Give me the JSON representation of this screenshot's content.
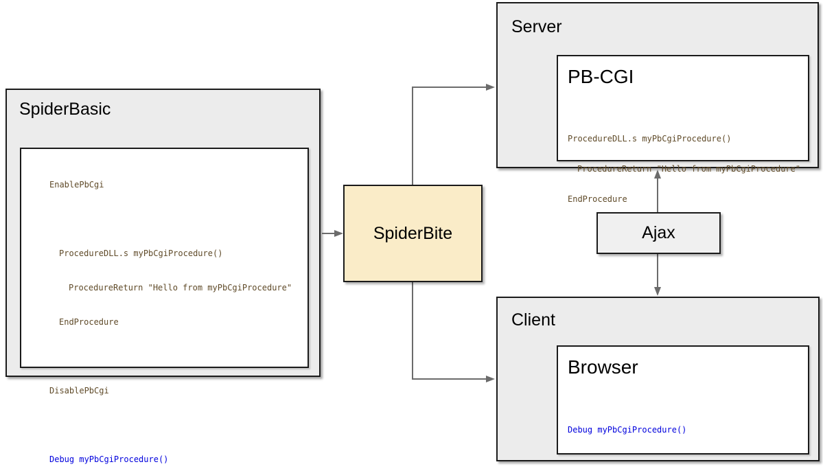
{
  "colors": {
    "canvas_bg": "#ffffff",
    "panel_fill": "#ececec",
    "panel_border": "#1a1a1a",
    "inner_fill": "#ffffff",
    "spiderbite_fill": "#faecc8",
    "ajax_fill": "#f0f0f0",
    "arrow": "#6b6b6b",
    "code_default": "#5f4a28",
    "code_debug": "#0000dd",
    "title_color": "#000000"
  },
  "spiderbasic": {
    "title": "SpiderBasic",
    "code": [
      {
        "text": "EnablePbCgi"
      },
      {
        "text": ""
      },
      {
        "text": "ProcedureDLL.s myPbCgiProcedure()"
      },
      {
        "text": "ProcedureReturn \"Hello from myPbCgiProcedure\""
      },
      {
        "text": "EndProcedure"
      },
      {
        "text": ""
      },
      {
        "text": "DisablePbCgi"
      },
      {
        "text": ""
      },
      {
        "text": "Debug myPbCgiProcedure()"
      }
    ]
  },
  "spiderbite": {
    "label": "SpiderBite"
  },
  "server": {
    "title": "Server",
    "component": "PB-CGI",
    "code": [
      {
        "text": "ProcedureDLL.s myPbCgiProcedure()"
      },
      {
        "text": "ProcedureReturn \"Hello from myPbCgiProcedure\""
      },
      {
        "text": "EndProcedure"
      }
    ]
  },
  "ajax": {
    "label": "Ajax"
  },
  "client": {
    "title": "Client",
    "component": "Browser",
    "code": [
      {
        "text": "Debug myPbCgiProcedure()"
      }
    ]
  }
}
